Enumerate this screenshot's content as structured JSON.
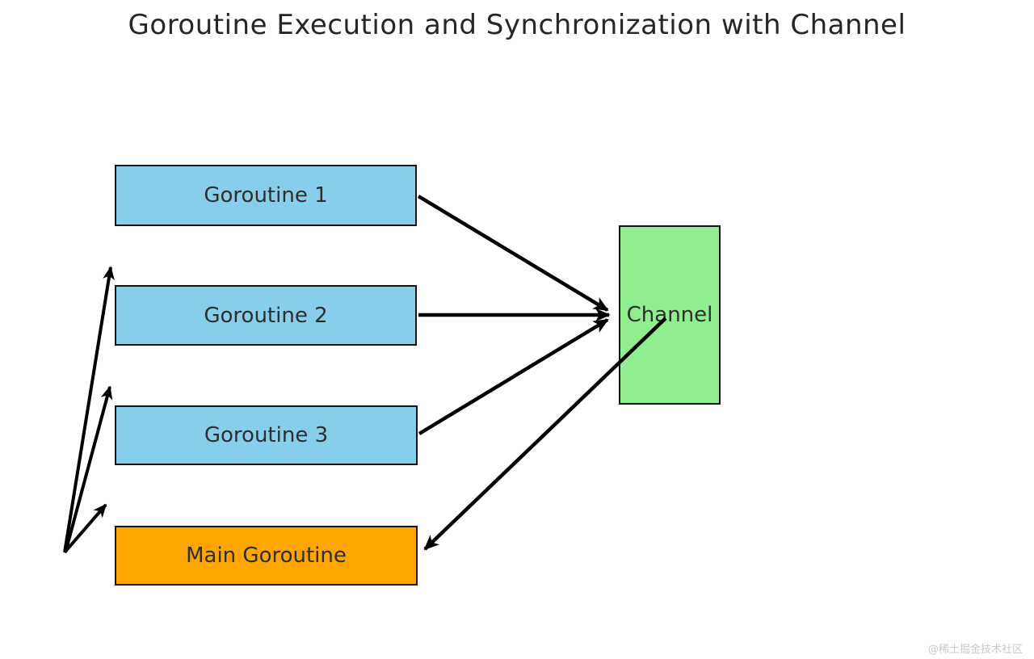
{
  "title": "Goroutine Execution and Synchronization with Channel",
  "watermark": "@稀土掘金技术社区",
  "nodes": {
    "goroutine1": {
      "label": "Goroutine 1",
      "fill": "#87CEEB"
    },
    "goroutine2": {
      "label": "Goroutine 2",
      "fill": "#87CEEB"
    },
    "goroutine3": {
      "label": "Goroutine 3",
      "fill": "#87CEEB"
    },
    "main": {
      "label": "Main Goroutine",
      "fill": "#FFA500"
    },
    "channel": {
      "label": "Channel",
      "fill": "#90EE90"
    }
  },
  "edges": [
    {
      "from": "goroutine1",
      "to": "channel"
    },
    {
      "from": "goroutine2",
      "to": "channel"
    },
    {
      "from": "goroutine3",
      "to": "channel"
    },
    {
      "from": "channel",
      "to": "main"
    },
    {
      "from": "lower-left-point",
      "to": "row-goroutine-2"
    },
    {
      "from": "lower-left-point",
      "to": "row-goroutine-3"
    },
    {
      "from": "lower-left-point",
      "to": "row-main-goroutine"
    }
  ],
  "style": {
    "border_color": "#141414",
    "arrow_color": "#000000",
    "text_color": "#2e2e2e",
    "title_color": "#262626",
    "watermark_color": "#c9c9c9",
    "background": "#ffffff"
  }
}
